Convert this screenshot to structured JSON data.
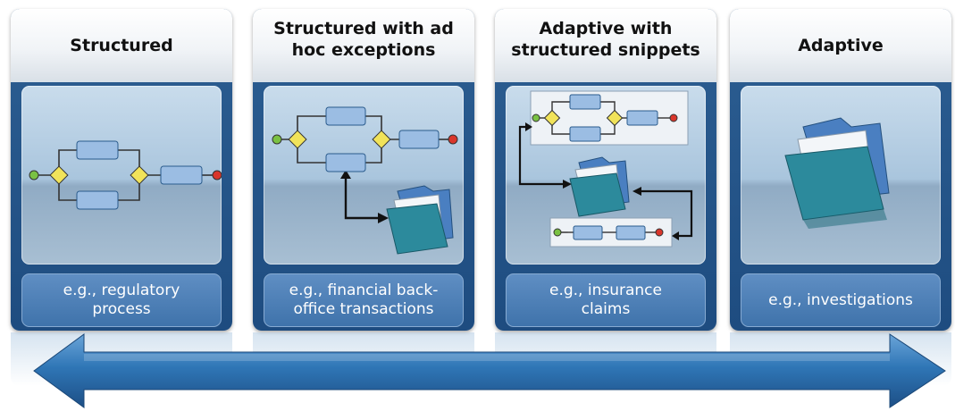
{
  "cards": [
    {
      "title": "Structured",
      "example": "e.g., regulatory\nprocess"
    },
    {
      "title": "Structured with ad\nhoc exceptions",
      "example": "e.g., financial back-\noffice transactions"
    },
    {
      "title": "Adaptive with\nstructured snippets",
      "example": "e.g., insurance\nclaims"
    },
    {
      "title": "Adaptive",
      "example": "e.g., investigations"
    }
  ],
  "colors": {
    "card_blue": "#1e4c80",
    "panel_blue": "#a9c5dd",
    "task_blue": "#9bbde3",
    "start_green": "#7ac143",
    "end_red": "#d9362b",
    "gateway_yellow": "#f1e35a",
    "folder_teal": "#2c8a9c",
    "arrow_blue": "#2f76b6"
  },
  "icons": [
    "process-flow-icon",
    "folder-icon",
    "arrow-icon"
  ]
}
